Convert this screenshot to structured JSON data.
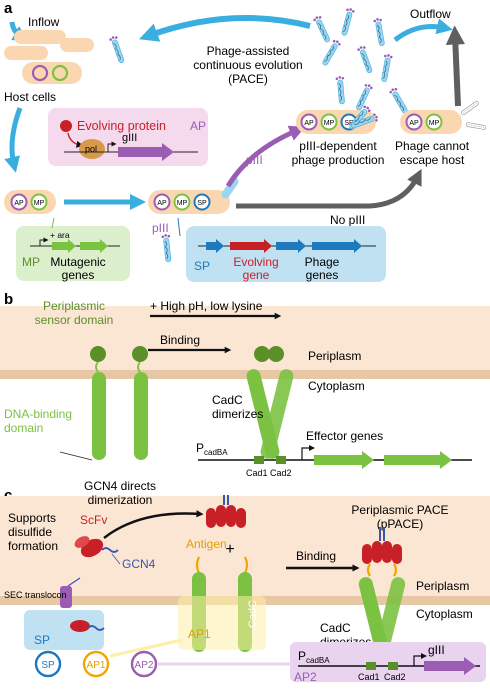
{
  "colors": {
    "cyan": "#3aaee0",
    "gray": "#5f5f5f",
    "purple": "#9b5cb4",
    "green": "#7cc242",
    "dark_green": "#5a8f29",
    "red": "#c82027",
    "blue": "#1f79be",
    "orange": "#f0a800",
    "cell": "#fbd7b1",
    "periplasm_bg": "#fbe5d3",
    "membrane": "#e8c8a4"
  },
  "panel_a": {
    "label": "a",
    "inflow": "Inflow",
    "outflow": "Outflow",
    "pace_title": [
      "Phage-assisted",
      "continuous evolution",
      "(PACE)"
    ],
    "host_cells": "Host cells",
    "ap_box": {
      "title": "Evolving protein",
      "tag": "AP",
      "pol": "pol",
      "gene": "gIII"
    },
    "piii_arrow": "pIII",
    "piii_phage": "pIII",
    "production": [
      "pIII-dependent",
      "phage production"
    ],
    "cannot_escape": [
      "Phage cannot",
      "escape host"
    ],
    "no_piii": "No pIII",
    "mp_box": {
      "tag": "MP",
      "ara": "+ ara",
      "genes": [
        "Mutagenic",
        "genes"
      ]
    },
    "sp_box": {
      "tag": "SP",
      "evolving": [
        "Evolving",
        "gene"
      ],
      "phage": [
        "Phage",
        "genes"
      ]
    },
    "plasmids": {
      "ap": "AP",
      "mp": "MP",
      "sp": "SP"
    }
  },
  "panel_b": {
    "label": "b",
    "sensor": [
      "Periplasmic",
      "sensor domain"
    ],
    "condition": "+ High pH, low lysine",
    "binding": "Binding",
    "periplasm": "Periplasm",
    "cytoplasm": "Cytoplasm",
    "cadc": "CadC",
    "dna_binding": [
      "DNA-binding",
      "domain"
    ],
    "dimerizes": [
      "CadC",
      "dimerizes"
    ],
    "promoter": "P",
    "promoter_sub": "cadBA",
    "effector": "Effector genes",
    "cad1": "Cad1",
    "cad2": "Cad2"
  },
  "panel_c": {
    "label": "c",
    "disulfide": [
      "Supports",
      "disulfide",
      "formation"
    ],
    "scfv": "ScFv",
    "gcn4": "GCN4",
    "gcn4_directs": [
      "GCN4 directs",
      "dimerization"
    ],
    "antigen": "Antigen",
    "plus": "+",
    "ppace": [
      "Periplasmic PACE",
      "(pPACE)"
    ],
    "binding": "Binding",
    "periplasm": "Periplasm",
    "cytoplasm": "Cytoplasm",
    "sec": "SEC translocon",
    "cadc": "CadC",
    "dimerizes": [
      "CadC",
      "dimerizes"
    ],
    "promoter": "P",
    "promoter_sub": "cadBA",
    "gene": "gIII",
    "cad1": "Cad1",
    "cad2": "Cad2",
    "sp": "SP",
    "ap1": "AP1",
    "ap2": "AP2"
  }
}
